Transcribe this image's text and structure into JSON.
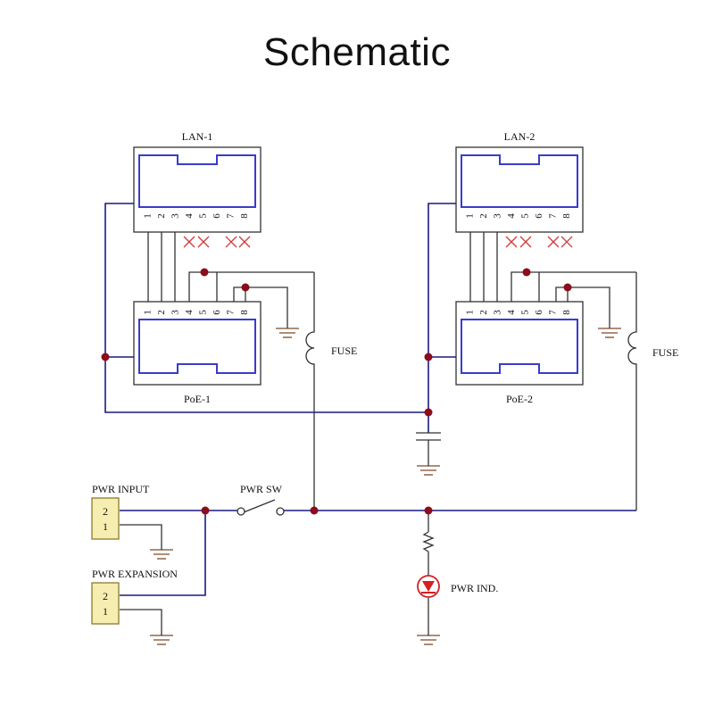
{
  "title": "Schematic",
  "labels": {
    "lan1": "LAN-1",
    "lan2": "LAN-2",
    "poe1": "PoE-1",
    "poe2": "PoE-2",
    "fuse1": "FUSE",
    "fuse2": "FUSE",
    "pwr_input": "PWR INPUT",
    "pwr_expansion": "PWR EXPANSION",
    "pwr_sw": "PWR SW",
    "pwr_ind": "PWR IND."
  },
  "pins": [
    "1",
    "2",
    "3",
    "4",
    "5",
    "6",
    "7",
    "8"
  ],
  "connector_pins": [
    "2",
    "1"
  ],
  "colors": {
    "wire": "#1a1a80",
    "jack_inner": "#3b3bcc",
    "junction": "#8b0c1a",
    "no_connect": "#d23a3a",
    "led": "#d42020",
    "connector_fill": "#f6eeb0"
  }
}
